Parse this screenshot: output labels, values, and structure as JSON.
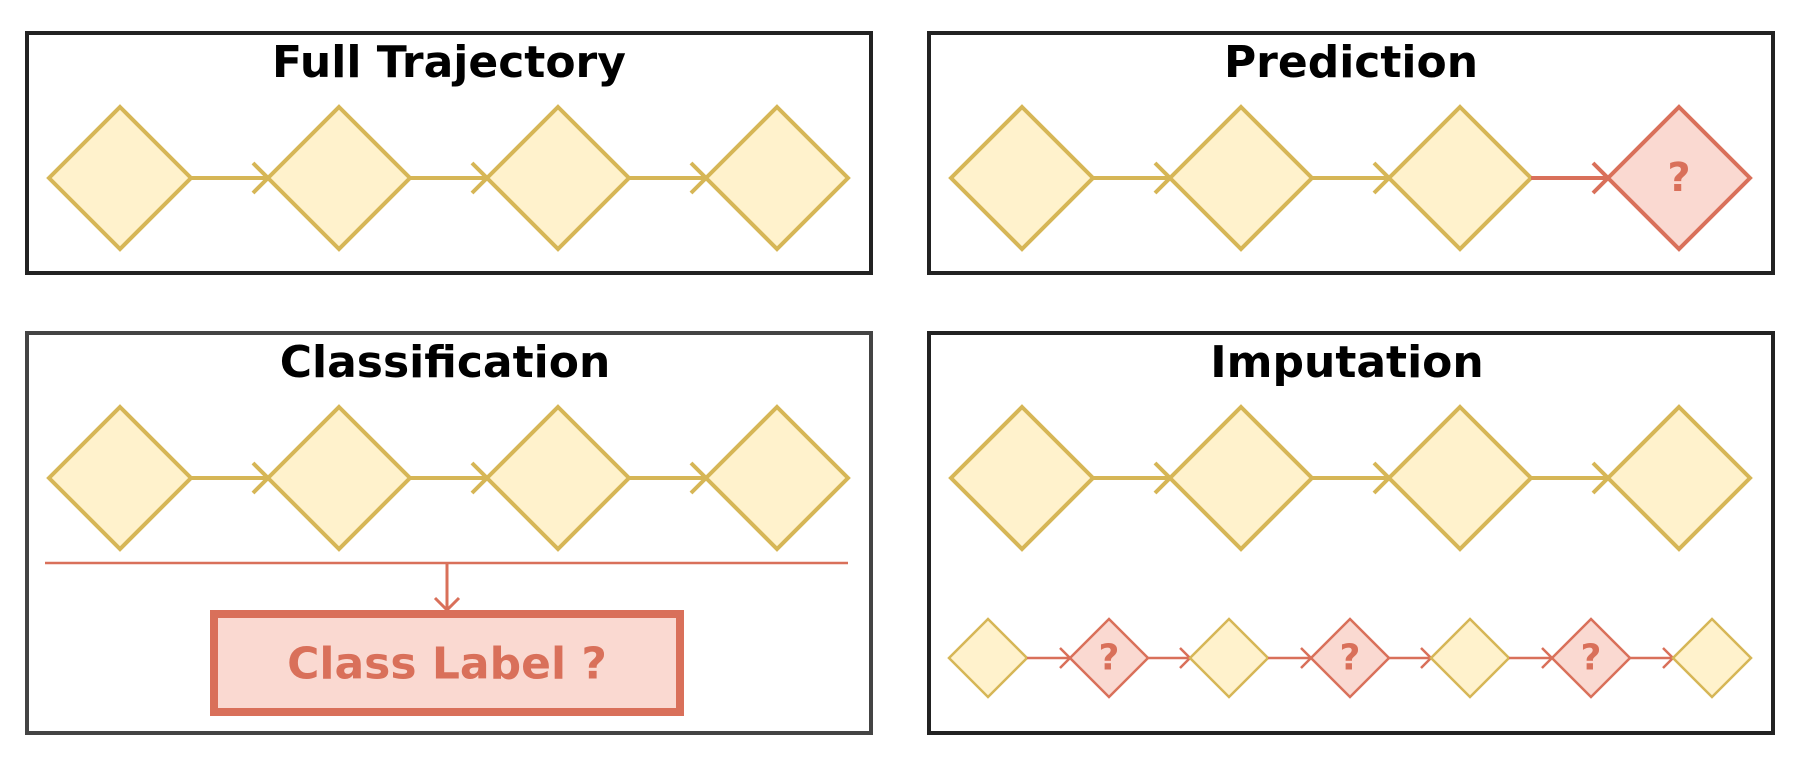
{
  "colors": {
    "node_fill": "#fff2cc",
    "node_stroke": "#d6b656",
    "missing_fill": "#fad9d1",
    "missing_stroke": "#d9705a",
    "frame": "#222222"
  },
  "panels": {
    "full_trajectory": {
      "title": "Full Trajectory"
    },
    "prediction": {
      "title": "Prediction",
      "unknown_mark": "?"
    },
    "classification": {
      "title": "Classification",
      "class_label": "Class Label ?"
    },
    "imputation": {
      "title": "Imputation",
      "unknown_mark": "?"
    }
  }
}
